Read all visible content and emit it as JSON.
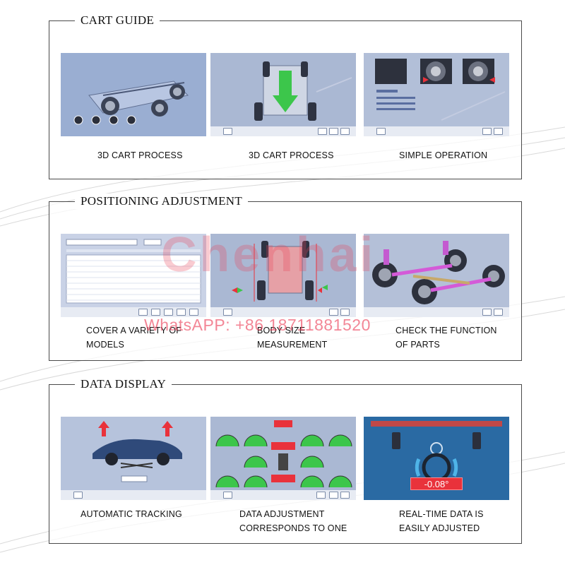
{
  "sections": {
    "cart_guide": {
      "title": "CART GUIDE",
      "cards": [
        {
          "caption": "3D CART PROCESS"
        },
        {
          "caption": "3D CART PROCESS"
        },
        {
          "caption": "SIMPLE OPERATION"
        }
      ]
    },
    "positioning": {
      "title": "POSITIONING ADJUSTMENT",
      "cards": [
        {
          "caption_line1": "COVER A VARIETY OF",
          "caption_line2": "MODELS"
        },
        {
          "caption_line1": "BODY SIZE",
          "caption_line2": "MEASUREMENT"
        },
        {
          "caption_line1": "CHECK THE FUNCTION",
          "caption_line2": "OF PARTS"
        }
      ]
    },
    "data_display": {
      "title": "DATA DISPLAY",
      "cards": [
        {
          "caption_line1": "AUTOMATIC TRACKING",
          "caption_line2": ""
        },
        {
          "caption_line1": "DATA ADJUSTMENT",
          "caption_line2": "CORRESPONDS TO ONE"
        },
        {
          "caption_line1": "REAL-TIME DATA IS",
          "caption_line2": "EASILY ADJUSTED"
        }
      ],
      "realtime_value": "-0.08°"
    }
  },
  "watermark": {
    "brand": "Chenhai",
    "whatsapp": "WhatsAPP: +86 18711881520"
  },
  "colors": {
    "screen_bg": "#a9b7d3",
    "accent_red": "#e9323b",
    "gauge_green": "#3cc64b"
  }
}
